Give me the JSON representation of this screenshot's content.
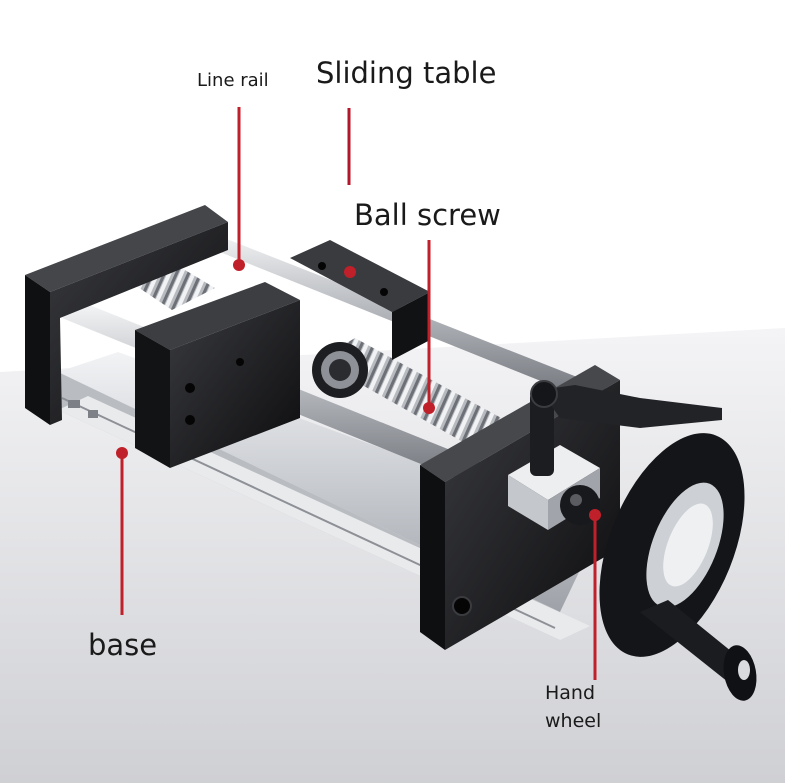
{
  "labels": {
    "line_rail": "Line rail",
    "sliding_table": "Sliding table",
    "ball_screw": "Ball screw",
    "base": "base",
    "hand_wheel_line1": "Hand",
    "hand_wheel_line2": "wheel"
  },
  "colors": {
    "leader": "#c0202a",
    "text": "#1a1a1a",
    "body_black": "#17181a",
    "aluminum": "#d6d9dd",
    "rail_steel": "#a9adb3",
    "backdrop": "#e4e5e8"
  }
}
